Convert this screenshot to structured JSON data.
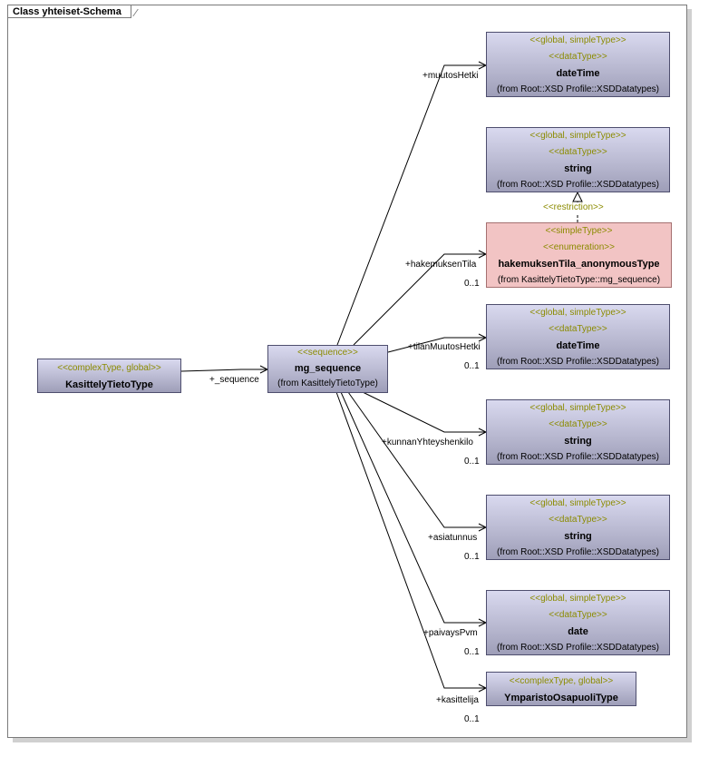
{
  "diagram_title": "Class yhteiset-Schema",
  "colors": {
    "box_fill": "#b9b9d1",
    "enum_fill": "#f2c4c4",
    "stereotype_text": "#8b8b00"
  },
  "boxes": {
    "kasittely": {
      "stereotypes": [
        "<<complexType, global>>"
      ],
      "name": "KasittelyTietoType",
      "from": ""
    },
    "mg": {
      "stereotypes": [
        "<<sequence>>"
      ],
      "name": "mg_sequence",
      "from": "(from KasittelyTietoType)"
    },
    "datetime1": {
      "stereotypes": [
        "<<global, simpleType>>",
        "<<dataType>>"
      ],
      "name": "dateTime",
      "from": "(from Root::XSD Profile::XSDDatatypes)"
    },
    "string1": {
      "stereotypes": [
        "<<global, simpleType>>",
        "<<dataType>>"
      ],
      "name": "string",
      "from": "(from Root::XSD Profile::XSDDatatypes)"
    },
    "enum": {
      "stereotypes": [
        "<<simpleType>>",
        "<<enumeration>>"
      ],
      "name": "hakemuksenTila_anonymousType",
      "from": "(from KasittelyTietoType::mg_sequence)"
    },
    "datetime2": {
      "stereotypes": [
        "<<global, simpleType>>",
        "<<dataType>>"
      ],
      "name": "dateTime",
      "from": "(from Root::XSD Profile::XSDDatatypes)"
    },
    "string2": {
      "stereotypes": [
        "<<global, simpleType>>",
        "<<dataType>>"
      ],
      "name": "string",
      "from": "(from Root::XSD Profile::XSDDatatypes)"
    },
    "string3": {
      "stereotypes": [
        "<<global, simpleType>>",
        "<<dataType>>"
      ],
      "name": "string",
      "from": "(from Root::XSD Profile::XSDDatatypes)"
    },
    "date": {
      "stereotypes": [
        "<<global, simpleType>>",
        "<<dataType>>"
      ],
      "name": "date",
      "from": "(from Root::XSD Profile::XSDDatatypes)"
    },
    "ympa": {
      "stereotypes": [
        "<<complexType, global>>"
      ],
      "name": "YmparistoOsapuoliType",
      "from": ""
    }
  },
  "edge_labels": {
    "sequence": "+_sequence",
    "muutosHetki": "+muutosHetki",
    "hakemuksenTila": "+hakemuksenTila",
    "tilanMuutosHetki": "+tilanMuutosHetki",
    "kunnanYhteyshenkilo": "+kunnanYhteyshenkilo",
    "asiatunnus": "+asiatunnus",
    "paivaysPvm": "+paivaysPvm",
    "kasittelija": "+kasittelija",
    "restriction": "<<restriction>>"
  },
  "multiplicities": {
    "hakemuksenTila": "0..1",
    "tilanMuutosHetki": "0..1",
    "kunnanYhteyshenkilo": "0..1",
    "asiatunnus": "0..1",
    "paivaysPvm": "0..1",
    "kasittelija": "0..1"
  }
}
